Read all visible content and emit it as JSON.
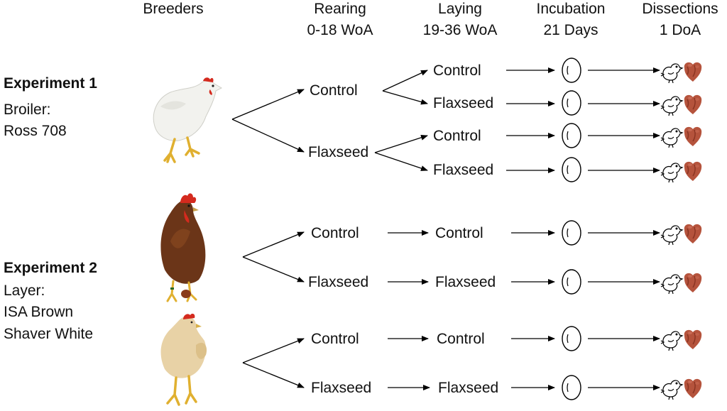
{
  "headers": {
    "breeders": "Breeders",
    "rearing": [
      "Rearing",
      "0-18 WoA"
    ],
    "laying": [
      "Laying",
      "19-36 WoA"
    ],
    "incubation": [
      "Incubation",
      "21 Days"
    ],
    "dissections": [
      "Dissections",
      "1 DoA"
    ]
  },
  "experiment1": {
    "title": "Experiment 1",
    "lines": [
      "Broiler:",
      "Ross 708"
    ],
    "rearing": [
      "Control",
      "Flaxseed"
    ],
    "laying": [
      "Control",
      "Flaxseed",
      "Control",
      "Flaxseed"
    ]
  },
  "experiment2": {
    "title": "Experiment 2",
    "lines": [
      "Layer:",
      "ISA Brown",
      "Shaver White"
    ],
    "rearing": [
      "Control",
      "Flaxseed",
      "Control",
      "Flaxseed"
    ],
    "laying": [
      "Control",
      "Flaxseed",
      "Control",
      "Flaxseed"
    ]
  },
  "colors": {
    "line": "#000000",
    "white_hen": "#f2f2ee",
    "brown_hen": "#6b3518",
    "cream_hen": "#e8d2a6",
    "comb": "#d42a1e",
    "legs": "#e0b030",
    "heart": "#b5533c"
  },
  "icons": [
    "broiler-hen-image",
    "brown-hen-image",
    "cream-hen-image",
    "egg-icon",
    "chick-icon",
    "heart-icon"
  ]
}
